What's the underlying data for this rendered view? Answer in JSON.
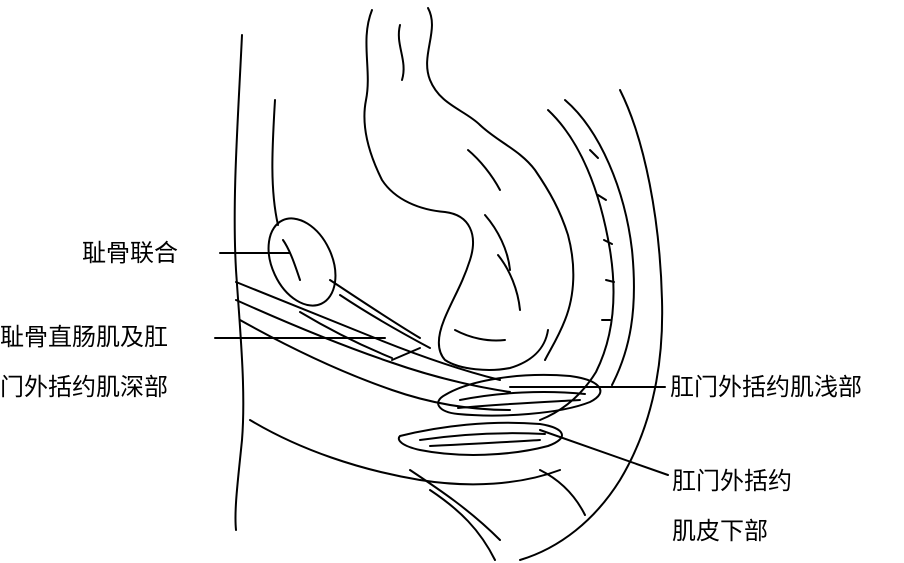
{
  "labels": {
    "pubic_symphysis": "耻骨联合",
    "puborectalis_line1": "耻骨直肠肌及肛",
    "puborectalis_line2": "门外括约肌深部",
    "external_sphincter_superficial": "肛门外括约肌浅部",
    "external_sphincter_subcutaneous_line1": "肛门外括约",
    "external_sphincter_subcutaneous_line2": "肌皮下部"
  },
  "colors": {
    "ink": "#000000",
    "background": "#ffffff"
  }
}
